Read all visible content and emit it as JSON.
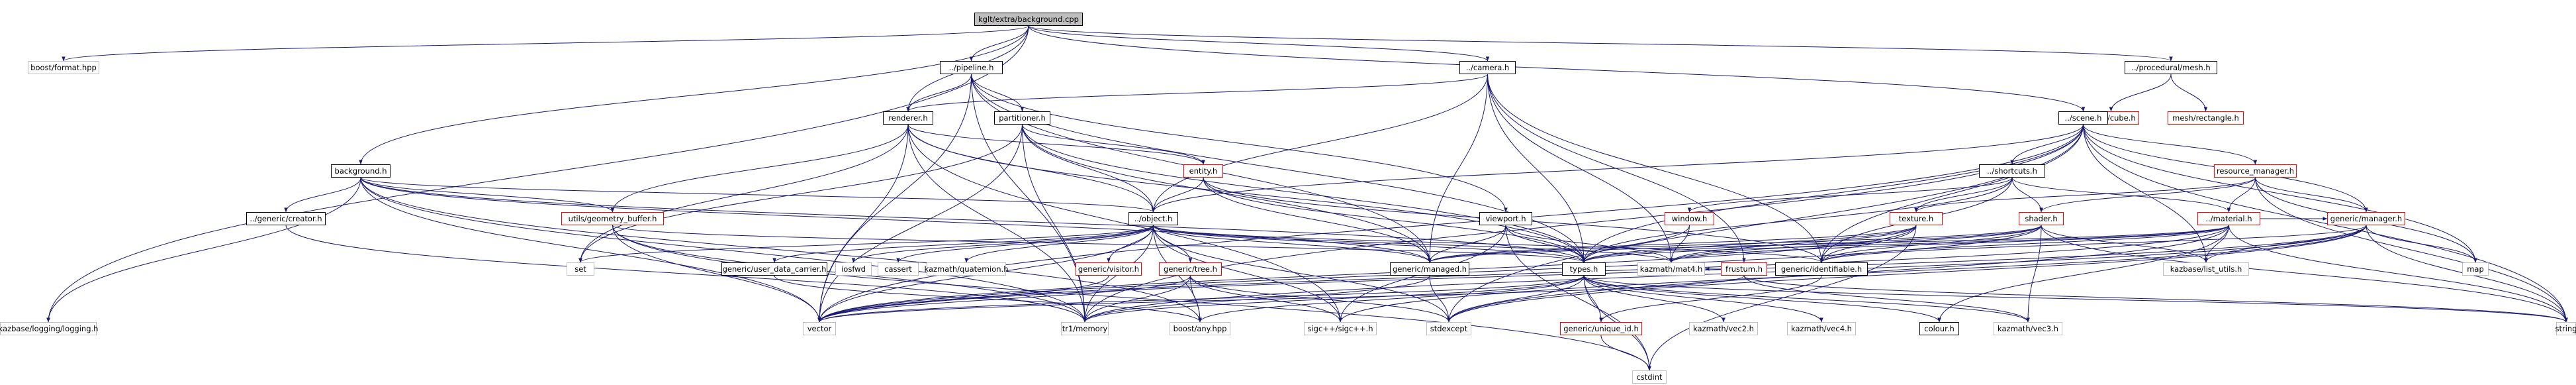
{
  "nodes": [
    {
      "id": "root",
      "label": "kglt/extra/background.cpp",
      "style": "root"
    },
    {
      "id": "boost_format",
      "label": "boost/format.hpp",
      "style": "external"
    },
    {
      "id": "pipeline",
      "label": "../pipeline.h",
      "style": "normal"
    },
    {
      "id": "camera",
      "label": "../camera.h",
      "style": "normal"
    },
    {
      "id": "proc_mesh",
      "label": "../procedural/mesh.h",
      "style": "normal"
    },
    {
      "id": "mesh_cube",
      "label": "mesh/cube.h",
      "style": "incomplete"
    },
    {
      "id": "mesh_rect",
      "label": "mesh/rectangle.h",
      "style": "incomplete"
    },
    {
      "id": "renderer",
      "label": "renderer.h",
      "style": "normal"
    },
    {
      "id": "partitioner",
      "label": "partitioner.h",
      "style": "normal"
    },
    {
      "id": "scene",
      "label": "../scene.h",
      "style": "normal"
    },
    {
      "id": "background_h",
      "label": "background.h",
      "style": "normal"
    },
    {
      "id": "shortcuts",
      "label": "../shortcuts.h",
      "style": "normal"
    },
    {
      "id": "resource_manager",
      "label": "resource_manager.h",
      "style": "incomplete"
    },
    {
      "id": "entity",
      "label": "entity.h",
      "style": "incomplete"
    },
    {
      "id": "generic_creator",
      "label": "../generic/creator.h",
      "style": "normal"
    },
    {
      "id": "geom_buffer",
      "label": "utils/geometry_buffer.h",
      "style": "incomplete"
    },
    {
      "id": "object",
      "label": "../object.h",
      "style": "normal"
    },
    {
      "id": "viewport",
      "label": "viewport.h",
      "style": "normal"
    },
    {
      "id": "window",
      "label": "window.h",
      "style": "incomplete"
    },
    {
      "id": "texture",
      "label": "texture.h",
      "style": "incomplete"
    },
    {
      "id": "shader",
      "label": "shader.h",
      "style": "incomplete"
    },
    {
      "id": "material",
      "label": "../material.h",
      "style": "incomplete"
    },
    {
      "id": "generic_manager",
      "label": "generic/manager.h",
      "style": "incomplete"
    },
    {
      "id": "set",
      "label": "set",
      "style": "external"
    },
    {
      "id": "user_data",
      "label": "generic/user_data_carrier.h",
      "style": "normal"
    },
    {
      "id": "iosfwd",
      "label": "iosfwd",
      "style": "external"
    },
    {
      "id": "cassert",
      "label": "cassert",
      "style": "external"
    },
    {
      "id": "quaternion",
      "label": "kazmath/quaternion.h",
      "style": "external"
    },
    {
      "id": "visitor",
      "label": "generic/visitor.h",
      "style": "incomplete"
    },
    {
      "id": "tree",
      "label": "generic/tree.h",
      "style": "incomplete"
    },
    {
      "id": "managed",
      "label": "generic/managed.h",
      "style": "normal"
    },
    {
      "id": "types",
      "label": "types.h",
      "style": "normal"
    },
    {
      "id": "mat4",
      "label": "kazmath/mat4.h",
      "style": "external"
    },
    {
      "id": "frustum",
      "label": "frustum.h",
      "style": "incomplete"
    },
    {
      "id": "identifiable",
      "label": "generic/identifiable.h",
      "style": "normal"
    },
    {
      "id": "list_utils",
      "label": "kazbase/list_utils.h",
      "style": "external"
    },
    {
      "id": "map",
      "label": "map",
      "style": "external"
    },
    {
      "id": "logging",
      "label": "kazbase/logging/logging.h",
      "style": "external"
    },
    {
      "id": "vector",
      "label": "vector",
      "style": "external"
    },
    {
      "id": "tr1_memory",
      "label": "tr1/memory",
      "style": "external"
    },
    {
      "id": "boost_any",
      "label": "boost/any.hpp",
      "style": "external"
    },
    {
      "id": "sigc",
      "label": "sigc++/sigc++.h",
      "style": "external"
    },
    {
      "id": "stdexcept",
      "label": "stdexcept",
      "style": "external"
    },
    {
      "id": "unique_id",
      "label": "generic/unique_id.h",
      "style": "incomplete"
    },
    {
      "id": "vec2",
      "label": "kazmath/vec2.h",
      "style": "external"
    },
    {
      "id": "vec4",
      "label": "kazmath/vec4.h",
      "style": "external"
    },
    {
      "id": "colour",
      "label": "colour.h",
      "style": "normal"
    },
    {
      "id": "vec3",
      "label": "kazmath/vec3.h",
      "style": "external"
    },
    {
      "id": "string",
      "label": "string",
      "style": "external"
    },
    {
      "id": "cstdint",
      "label": "cstdint",
      "style": "external"
    }
  ],
  "edges": [
    [
      "root",
      "boost_format"
    ],
    [
      "root",
      "pipeline"
    ],
    [
      "root",
      "camera"
    ],
    [
      "root",
      "proc_mesh"
    ],
    [
      "root",
      "scene"
    ],
    [
      "root",
      "background_h"
    ],
    [
      "root",
      "logging"
    ],
    [
      "root",
      "renderer"
    ],
    [
      "proc_mesh",
      "mesh_cube"
    ],
    [
      "proc_mesh",
      "mesh_rect"
    ],
    [
      "pipeline",
      "renderer"
    ],
    [
      "pipeline",
      "partitioner"
    ],
    [
      "pipeline",
      "viewport"
    ],
    [
      "pipeline",
      "types"
    ],
    [
      "pipeline",
      "managed"
    ],
    [
      "pipeline",
      "vector"
    ],
    [
      "pipeline",
      "tr1_memory"
    ],
    [
      "camera",
      "renderer"
    ],
    [
      "camera",
      "object"
    ],
    [
      "camera",
      "managed"
    ],
    [
      "camera",
      "mat4"
    ],
    [
      "camera",
      "frustum"
    ],
    [
      "camera",
      "identifiable"
    ],
    [
      "camera",
      "types"
    ],
    [
      "renderer",
      "entity"
    ],
    [
      "renderer",
      "object"
    ],
    [
      "renderer",
      "geom_buffer"
    ],
    [
      "renderer",
      "types"
    ],
    [
      "renderer",
      "vector"
    ],
    [
      "renderer",
      "tr1_memory"
    ],
    [
      "renderer",
      "set"
    ],
    [
      "renderer",
      "sigc"
    ],
    [
      "partitioner",
      "entity"
    ],
    [
      "partitioner",
      "object"
    ],
    [
      "partitioner",
      "vector"
    ],
    [
      "partitioner",
      "tr1_memory"
    ],
    [
      "partitioner",
      "types"
    ],
    [
      "partitioner",
      "set"
    ],
    [
      "partitioner",
      "managed"
    ],
    [
      "scene",
      "object"
    ],
    [
      "scene",
      "shortcuts"
    ],
    [
      "scene",
      "resource_manager"
    ],
    [
      "scene",
      "types"
    ],
    [
      "scene",
      "generic_manager"
    ],
    [
      "scene",
      "map"
    ],
    [
      "scene",
      "vector"
    ],
    [
      "scene",
      "tr1_memory"
    ],
    [
      "scene",
      "list_utils"
    ],
    [
      "scene",
      "string"
    ],
    [
      "scene",
      "stdexcept"
    ],
    [
      "scene",
      "identifiable"
    ],
    [
      "background_h",
      "generic_creator"
    ],
    [
      "background_h",
      "object"
    ],
    [
      "background_h",
      "types"
    ],
    [
      "background_h",
      "vector"
    ],
    [
      "background_h",
      "tr1_memory"
    ],
    [
      "background_h",
      "logging"
    ],
    [
      "background_h",
      "managed"
    ],
    [
      "background_h",
      "geom_buffer"
    ],
    [
      "background_h",
      "boost_any"
    ],
    [
      "shortcuts",
      "window"
    ],
    [
      "shortcuts",
      "texture"
    ],
    [
      "shortcuts",
      "shader"
    ],
    [
      "shortcuts",
      "material"
    ],
    [
      "shortcuts",
      "types"
    ],
    [
      "shortcuts",
      "identifiable"
    ],
    [
      "resource_manager",
      "texture"
    ],
    [
      "resource_manager",
      "shader"
    ],
    [
      "resource_manager",
      "material"
    ],
    [
      "resource_manager",
      "generic_manager"
    ],
    [
      "resource_manager",
      "map"
    ],
    [
      "resource_manager",
      "string"
    ],
    [
      "entity",
      "object"
    ],
    [
      "entity",
      "managed"
    ],
    [
      "entity",
      "identifiable"
    ],
    [
      "entity",
      "types"
    ],
    [
      "generic_creator",
      "tr1_memory"
    ],
    [
      "geom_buffer",
      "types"
    ],
    [
      "geom_buffer",
      "vector"
    ],
    [
      "geom_buffer",
      "tr1_memory"
    ],
    [
      "geom_buffer",
      "cstdint"
    ],
    [
      "object",
      "set"
    ],
    [
      "object",
      "user_data"
    ],
    [
      "object",
      "iosfwd"
    ],
    [
      "object",
      "cassert"
    ],
    [
      "object",
      "quaternion"
    ],
    [
      "object",
      "visitor"
    ],
    [
      "object",
      "tree"
    ],
    [
      "object",
      "managed"
    ],
    [
      "object",
      "types"
    ],
    [
      "object",
      "mat4"
    ],
    [
      "object",
      "vector"
    ],
    [
      "object",
      "tr1_memory"
    ],
    [
      "object",
      "sigc"
    ],
    [
      "object",
      "stdexcept"
    ],
    [
      "object",
      "identifiable"
    ],
    [
      "object",
      "boost_any"
    ],
    [
      "viewport",
      "types"
    ],
    [
      "viewport",
      "managed"
    ],
    [
      "viewport",
      "mat4"
    ],
    [
      "viewport",
      "cstdint"
    ],
    [
      "viewport",
      "sigc"
    ],
    [
      "window",
      "types"
    ],
    [
      "window",
      "mat4"
    ],
    [
      "texture",
      "types"
    ],
    [
      "texture",
      "mat4"
    ],
    [
      "texture",
      "identifiable"
    ],
    [
      "texture",
      "vector"
    ],
    [
      "texture",
      "cstdint"
    ],
    [
      "texture",
      "managed"
    ],
    [
      "shader",
      "types"
    ],
    [
      "shader",
      "mat4"
    ],
    [
      "shader",
      "identifiable"
    ],
    [
      "shader",
      "managed"
    ],
    [
      "shader",
      "vector"
    ],
    [
      "shader",
      "string"
    ],
    [
      "shader",
      "list_utils"
    ],
    [
      "shader",
      "vec3"
    ],
    [
      "material",
      "types"
    ],
    [
      "material",
      "mat4"
    ],
    [
      "material",
      "identifiable"
    ],
    [
      "material",
      "managed"
    ],
    [
      "material",
      "list_utils"
    ],
    [
      "material",
      "vector"
    ],
    [
      "material",
      "string"
    ],
    [
      "material",
      "generic_manager"
    ],
    [
      "material",
      "stdexcept"
    ],
    [
      "material",
      "colour"
    ],
    [
      "generic_manager",
      "identifiable"
    ],
    [
      "generic_manager",
      "map"
    ],
    [
      "generic_manager",
      "vector"
    ],
    [
      "generic_manager",
      "stdexcept"
    ],
    [
      "generic_manager",
      "string"
    ],
    [
      "generic_manager",
      "list_utils"
    ],
    [
      "generic_manager",
      "tr1_memory"
    ],
    [
      "generic_manager",
      "sigc"
    ],
    [
      "user_data",
      "boost_any"
    ],
    [
      "visitor",
      "vector"
    ],
    [
      "tree",
      "vector"
    ],
    [
      "tree",
      "tr1_memory"
    ],
    [
      "tree",
      "boost_any"
    ],
    [
      "tree",
      "stdexcept"
    ],
    [
      "tree",
      "sigc"
    ],
    [
      "managed",
      "tr1_memory"
    ],
    [
      "managed",
      "stdexcept"
    ],
    [
      "types",
      "tr1_memory"
    ],
    [
      "types",
      "unique_id"
    ],
    [
      "types",
      "vec2"
    ],
    [
      "types",
      "vec4"
    ],
    [
      "types",
      "colour"
    ],
    [
      "types",
      "vec3"
    ],
    [
      "types",
      "string"
    ],
    [
      "types",
      "cstdint"
    ],
    [
      "types",
      "vector"
    ],
    [
      "types",
      "stdexcept"
    ],
    [
      "types",
      "boost_any"
    ],
    [
      "frustum",
      "vector"
    ],
    [
      "frustum",
      "vec3"
    ],
    [
      "frustum",
      "mat4"
    ],
    [
      "frustum",
      "string"
    ],
    [
      "unique_id",
      "cstdint"
    ],
    [
      "identifiable",
      "unique_id"
    ]
  ],
  "colors": {
    "root_fill": "#bfbfbf",
    "normal_border": "#000000",
    "incomplete_border": "#ff0000",
    "external_border": "#bfbfbf",
    "edge": "#191970",
    "text": "#000000",
    "background": "#ffffff"
  }
}
